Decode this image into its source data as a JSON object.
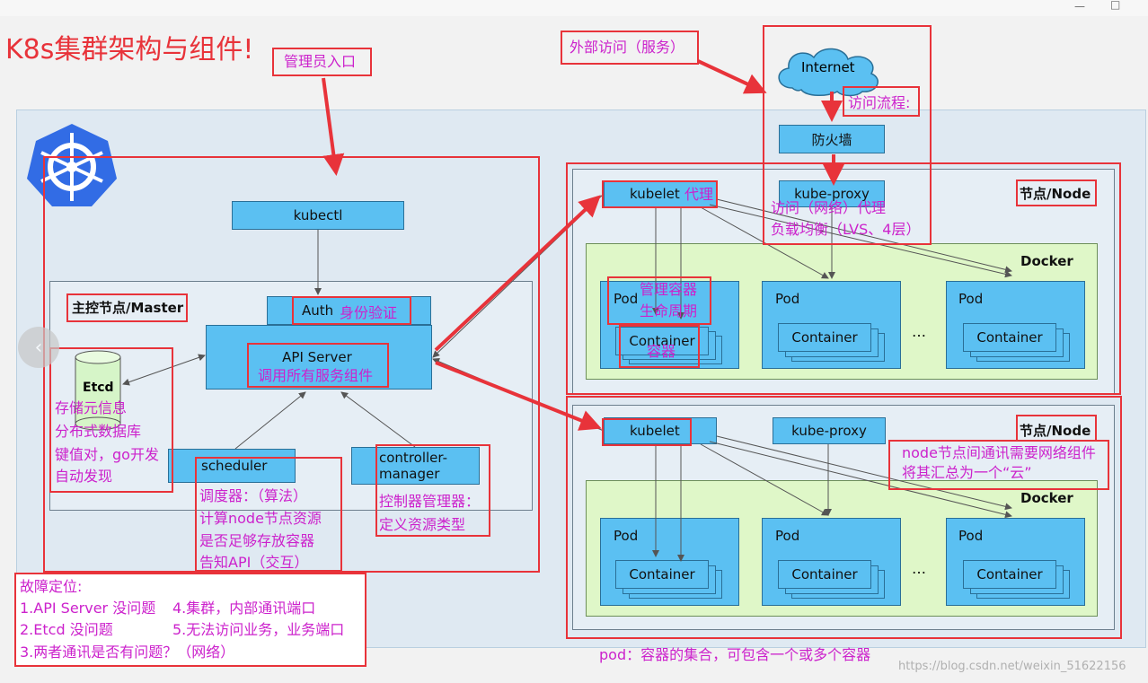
{
  "title": "K8s集群架构与组件!",
  "notes": {
    "admin_entry": "管理员入口",
    "external_access": "外部访问（服务）",
    "access_flow": "访问流程:",
    "proxy_desc": [
      "访问（网络）代理",
      "负载均衡（LVS、4层）"
    ],
    "kubelet_proxy": "代理",
    "auth_desc": "身份验证",
    "api_desc": "调用所有服务组件",
    "manage_container": [
      "管理容器",
      "生命周期"
    ],
    "container_desc": "容器",
    "etcd_desc": [
      "存储元信息",
      "分布式数据库",
      "键值对，go开发",
      "自动发现"
    ],
    "scheduler_desc": [
      "调度器：（算法）",
      "计算node节点资源",
      "是否足够存放容器",
      "告知API（交互）"
    ],
    "controller_desc": [
      "控制器管理器：",
      "定义资源类型"
    ],
    "network_desc": [
      "node节点间通讯需要网络组件",
      "将其汇总为一个“云”"
    ],
    "troubleshoot": {
      "title": "故障定位:",
      "col1": [
        "1.API Server 没问题",
        "2.Etcd 没问题",
        "3.两者通讯是否有问题？（网络）"
      ],
      "col2": [
        "4.集群，内部通讯端口",
        "5.无法访问业务，业务端口"
      ]
    },
    "pod_desc": "pod：容器的集合，可包含一个或多个容器"
  },
  "diagram": {
    "master_label": "主控节点/Master",
    "node_label": "节点/Node",
    "docker_label": "Docker",
    "kubectl": "kubectl",
    "auth": "Auth",
    "api_server": "API Server",
    "etcd": "Etcd",
    "scheduler": "scheduler",
    "controller_manager": [
      "controller-",
      "manager"
    ],
    "internet": "Internet",
    "firewall": "防火墙",
    "kubelet": "kubelet",
    "kube_proxy": "kube-proxy",
    "pod": "Pod",
    "container": "Container",
    "ellipsis": "…"
  },
  "watermark": "https://blog.csdn.net/weixin_51622156",
  "colors": {
    "highlight": "#e8333a",
    "annotation": "#cc22cc",
    "component": "#5bc0f2",
    "docker": "#dff7c8"
  }
}
